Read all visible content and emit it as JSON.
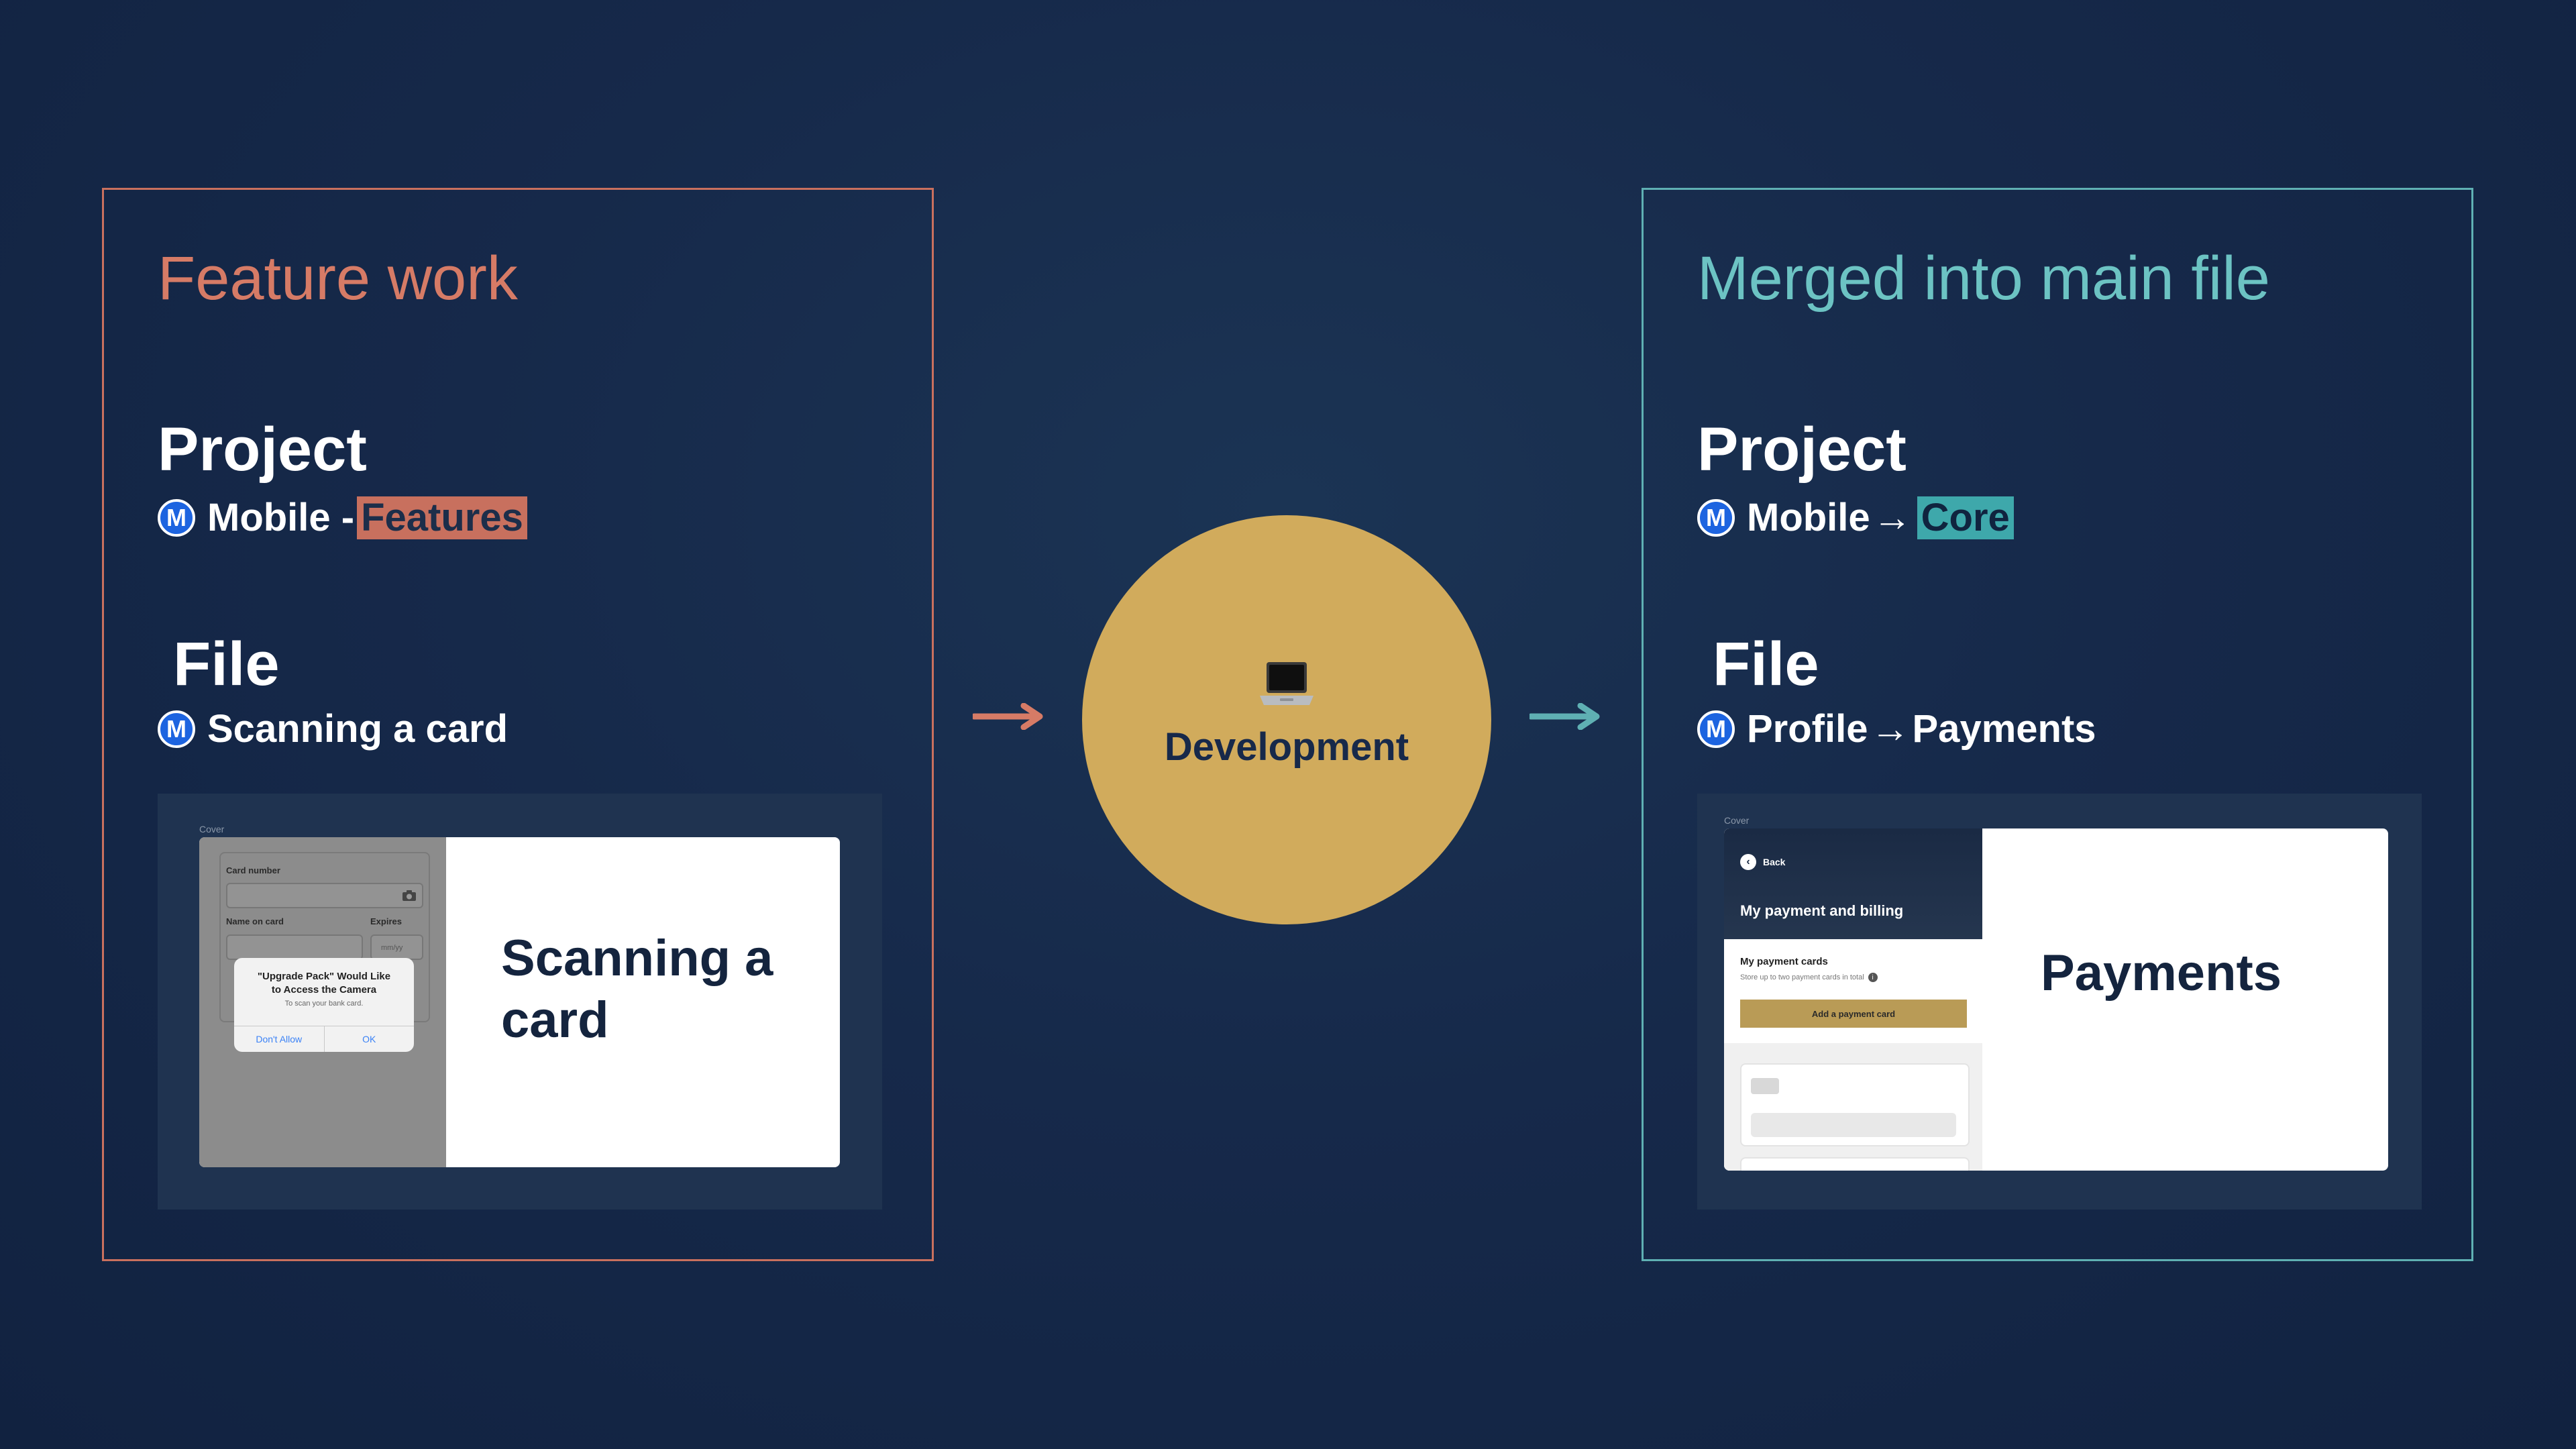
{
  "colors": {
    "background": "#142744",
    "feature_accent": "#d67b66",
    "main_accent": "#6cc3c3",
    "development_circle": "#d1ab5c",
    "mobile_badge": "#1d64e0"
  },
  "feature_panel": {
    "title": "Feature work",
    "project": {
      "heading": "Project",
      "badge_letter": "M",
      "name": "Mobile -",
      "tag": "Features"
    },
    "file": {
      "heading": "File",
      "badge_letter": "M",
      "name": "Scanning a card"
    },
    "thumbnail": {
      "label": "Cover",
      "title_line1": "Scanning a",
      "title_line2": "card",
      "mock": {
        "card_number_label": "Card number",
        "name_on_card_label": "Name on card",
        "expires_label": "Expires",
        "expires_placeholder": "mm/yy",
        "dialog_title_line1": "\"Upgrade Pack\" Would Like",
        "dialog_title_line2": "to Access the Camera",
        "dialog_subtitle": "To scan your bank card.",
        "dont_allow": "Don't Allow",
        "ok": "OK"
      }
    }
  },
  "center": {
    "icon": "laptop-icon",
    "label": "Development"
  },
  "main_panel": {
    "title": "Merged into main file",
    "project": {
      "heading": "Project",
      "badge_letter": "M",
      "name": "Mobile",
      "arrow": "→",
      "tag": "Core"
    },
    "file": {
      "heading": "File",
      "badge_letter": "M",
      "name_from": "Profile",
      "arrow": "→",
      "name_to": "Payments"
    },
    "thumbnail": {
      "label": "Cover",
      "title": "Payments",
      "mock": {
        "back": "Back",
        "heading": "My payment and billing",
        "section_title": "My payment cards",
        "section_subtitle": "Store up to two payment cards in total",
        "info": "i",
        "add_button": "Add a payment card"
      }
    }
  }
}
